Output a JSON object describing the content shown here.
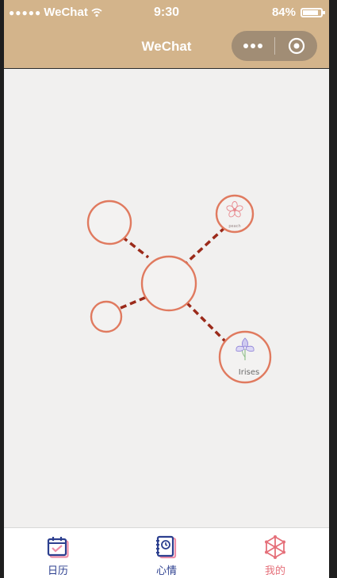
{
  "status_bar": {
    "signal": "●●●●●",
    "carrier": "WeChat",
    "time": "9:30",
    "battery": "84%"
  },
  "nav": {
    "title": "WeChat"
  },
  "mindmap": {
    "line_color": "#9b2a1a",
    "circle_color": "#e07a5f",
    "nodes": [
      {
        "id": "center",
        "label": ""
      },
      {
        "id": "top-left",
        "label": ""
      },
      {
        "id": "top-right",
        "label": "peach",
        "flower": "peach"
      },
      {
        "id": "left",
        "label": ""
      },
      {
        "id": "bottom-right",
        "label": "Irises",
        "flower": "iris"
      }
    ]
  },
  "tabbar": {
    "tabs": [
      {
        "label": "日历",
        "icon": "calendar-icon"
      },
      {
        "label": "心情",
        "icon": "mood-notebook-icon"
      },
      {
        "label": "我的",
        "icon": "network-cube-icon"
      }
    ]
  }
}
